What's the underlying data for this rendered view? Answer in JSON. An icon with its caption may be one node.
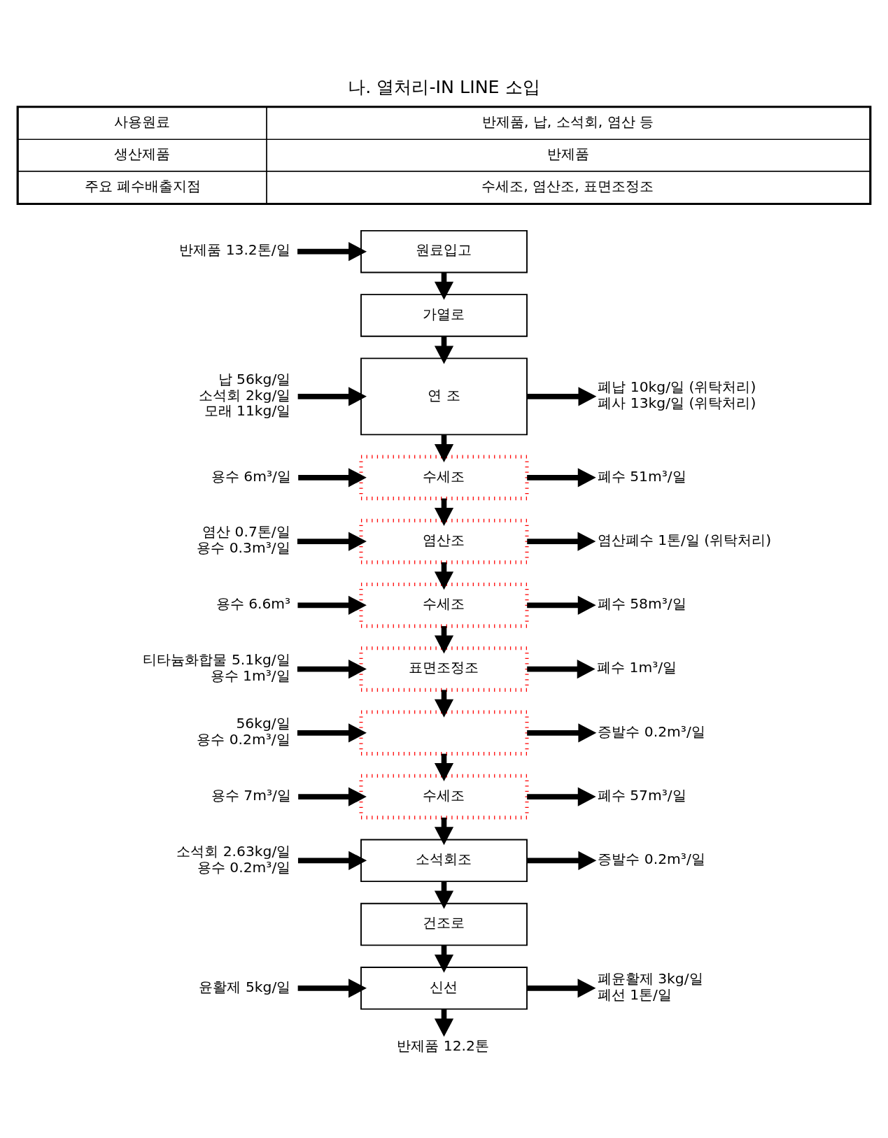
{
  "diagram": {
    "title": "나. 열처리-IN LINE 소입",
    "nodes": [
      {
        "text": [
          "반제품 13.2톤/일"
        ]
      },
      {
        "text": [
          "원료입고"
        ]
      },
      {
        "text": [
          "가열로"
        ]
      },
      {
        "text": [
          "납 56kg/일",
          "소석회 2kg/일",
          "모래 11kg/일"
        ]
      },
      {
        "text": [
          "연 조"
        ]
      },
      {
        "text": [
          "폐납 10kg/일 (위탁처리)",
          "폐사 13kg/일 (위탁처리)"
        ]
      },
      {
        "text": [
          "용수 6m³/일"
        ]
      },
      {
        "text": [
          "수세조"
        ]
      },
      {
        "text": [
          "폐수 51m³/일"
        ]
      },
      {
        "text": [
          "염산 0.7톤/일",
          "용수 0.3m³/일"
        ]
      },
      {
        "text": [
          "염산조"
        ]
      },
      {
        "text": [
          "염산폐수 1톤/일 (위탁처리)"
        ]
      },
      {
        "text": [
          "용수 6.6m³"
        ]
      },
      {
        "text": [
          "수세조"
        ]
      },
      {
        "text": [
          "폐수 58m³/일"
        ]
      },
      {
        "text": [
          "티타늄화합물 5.1kg/일",
          "용수 1m³/일"
        ]
      },
      {
        "text": [
          "표면조정조"
        ]
      },
      {
        "text": [
          "폐수 1m³/일"
        ]
      },
      {
        "text": [
          "56kg/일",
          "용수 0.2m³/일"
        ]
      },
      {
        "text": [],
        "shape": "box"
      },
      {
        "text": [
          "증발수 0.2m³/일"
        ]
      },
      {
        "text": [
          "용수 7m³/일"
        ]
      },
      {
        "text": [
          "수세조"
        ]
      },
      {
        "text": [
          "폐수 57m³/일"
        ]
      },
      {
        "text": [
          "소석회 2.63kg/일",
          "용수 0.2m³/일"
        ]
      },
      {
        "text": [
          "소석회조"
        ]
      },
      {
        "text": [
          "증발수 0.2m³/일"
        ]
      },
      {
        "text": [
          "건조로"
        ]
      },
      {
        "text": [
          "윤활제 5kg/일"
        ]
      },
      {
        "text": [
          "신선"
        ]
      },
      {
        "text": [
          "폐윤활제 3kg/일",
          "폐선 1톤/일"
        ]
      },
      {
        "text": [
          "반제품 12.2톤"
        ]
      }
    ],
    "edges": [
      {
        "from": 0,
        "to": 1,
        "arrow": "to"
      },
      {
        "from": 1,
        "to": 2,
        "arrow": "to"
      },
      {
        "from": 2,
        "to": 4,
        "arrow": "to"
      },
      {
        "from": 3,
        "to": 4,
        "arrow": "to"
      },
      {
        "from": 4,
        "to": 5,
        "arrow": "to"
      },
      {
        "from": 4,
        "to": 7,
        "arrow": "to"
      },
      {
        "from": 6,
        "to": 7,
        "arrow": "to"
      },
      {
        "from": 7,
        "to": 8,
        "arrow": "to"
      },
      {
        "from": 7,
        "to": 10,
        "arrow": "to"
      },
      {
        "from": 9,
        "to": 10,
        "arrow": "to"
      },
      {
        "from": 10,
        "to": 11,
        "arrow": "to"
      },
      {
        "from": 10,
        "to": 13,
        "arrow": "to"
      },
      {
        "from": 12,
        "to": 13,
        "arrow": "to"
      },
      {
        "from": 13,
        "to": 14,
        "arrow": "to"
      },
      {
        "from": 13,
        "to": 16,
        "arrow": "to"
      },
      {
        "from": 15,
        "to": 16,
        "arrow": "to"
      },
      {
        "from": 16,
        "to": 17,
        "arrow": "to"
      },
      {
        "from": 16,
        "to": 19,
        "arrow": "to"
      },
      {
        "from": 18,
        "to": 19,
        "arrow": "to"
      },
      {
        "from": 19,
        "to": 20,
        "arrow": "to"
      },
      {
        "from": 19,
        "to": 22,
        "arrow": "to"
      },
      {
        "from": 21,
        "to": 22,
        "arrow": "to"
      },
      {
        "from": 22,
        "to": 23,
        "arrow": "to"
      },
      {
        "from": 22,
        "to": 25,
        "arrow": "to"
      },
      {
        "from": 24,
        "to": 25,
        "arrow": "to"
      },
      {
        "from": 25,
        "to": 26,
        "arrow": "to"
      },
      {
        "from": 25,
        "to": 27,
        "arrow": "to"
      },
      {
        "from": 27,
        "to": 29,
        "arrow": "to"
      },
      {
        "from": 28,
        "to": 29,
        "arrow": "to"
      },
      {
        "from": 29,
        "to": 30,
        "arrow": "to"
      },
      {
        "from": 29,
        "to": 31,
        "arrow": "to"
      }
    ],
    "labels": [
      "사용원료",
      "반제품, 납, 소석회, 염산 등",
      "생산제품",
      "반제품",
      "주요 폐수배출지점",
      "수세조, 염산조, 표면조정조"
    ]
  }
}
